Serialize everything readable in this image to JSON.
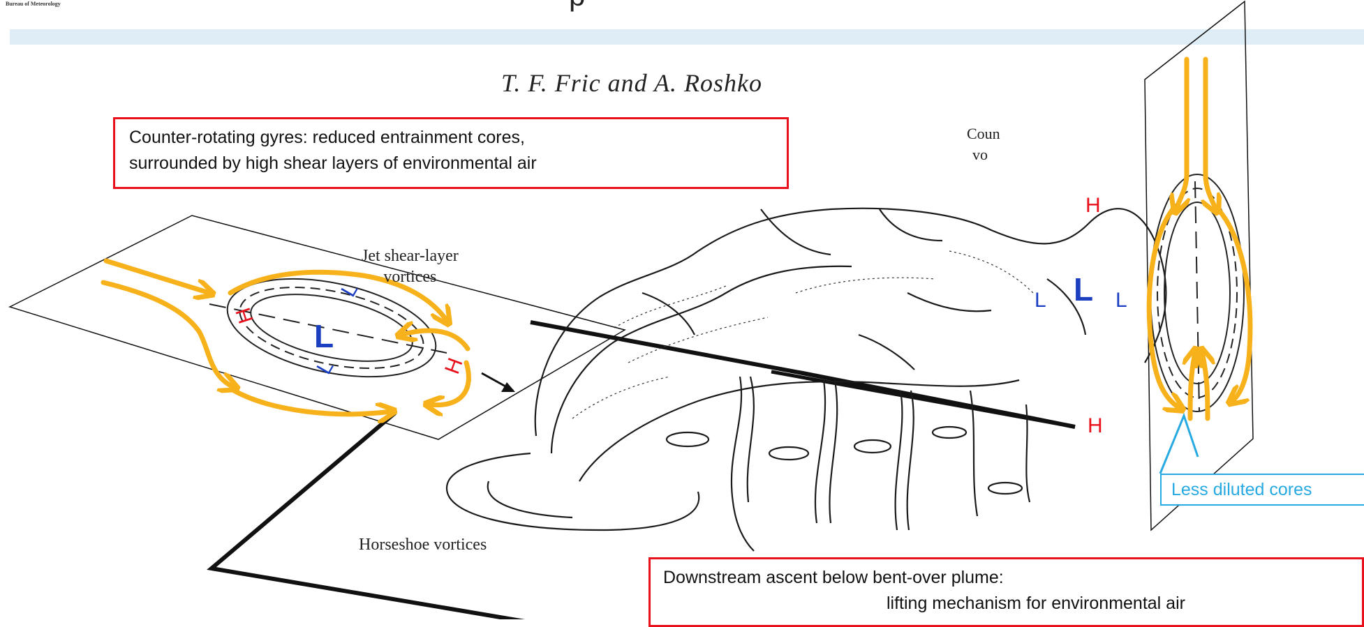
{
  "header": {
    "bureau_text": "Bureau of Meteorology",
    "title_fragment": "p"
  },
  "figure": {
    "author": "T. F. Fric and A. Roshko",
    "labels": {
      "jet_shear_layer": [
        "Jet shear-layer",
        "vortices"
      ],
      "counter_rotating": [
        "Coun",
        "vo"
      ],
      "horseshoe": "Horseshoe vortices"
    }
  },
  "annotations": {
    "gyres": {
      "line1": "Counter-rotating gyres: reduced entrainment cores,",
      "line2": "surrounded by high shear layers of environmental air"
    },
    "ascent": {
      "line1": "Downstream ascent below bent-over plume:",
      "line2": "lifting mechanism for environmental air"
    },
    "cores": "Less diluted cores"
  },
  "pressure_marks": {
    "high": "H",
    "low": "L"
  },
  "colors": {
    "flow_arrow": "#f7b21b",
    "high": "#e8101a",
    "low": "#1c3fc1",
    "box_border": "#e8101a",
    "callout": "#27a9e1",
    "header_band": "#deedf6"
  }
}
